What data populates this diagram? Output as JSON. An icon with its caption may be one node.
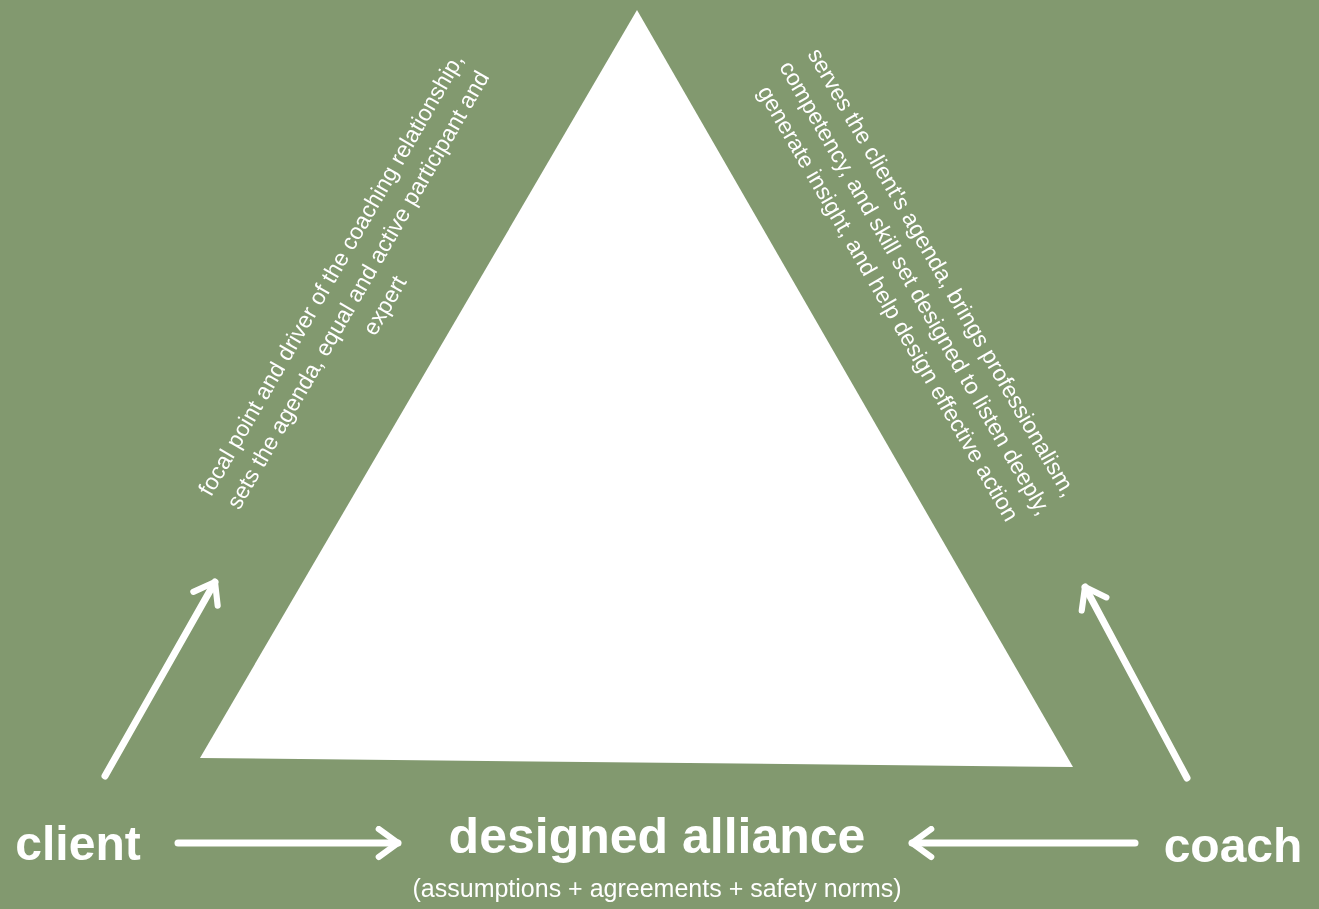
{
  "diagram": {
    "nodes": [
      {
        "text": [
          "client"
        ]
      },
      {
        "text": [
          "designed alliance"
        ],
        "beside": [
          "(assumptions + agreements + safety norms)"
        ]
      },
      {
        "text": [
          "coach"
        ]
      },
      {
        "text": [
          "focal point and driver of the coaching relationship, sets the agenda, equal and active participant and expert"
        ]
      },
      {
        "text": [
          "serves the client's agenda, brings professionalism, competency, and skill set designed to listen deeply, generate insight, and help design effective action"
        ]
      }
    ],
    "edges": [
      {
        "from": 0,
        "to": 1,
        "arrow": "to"
      },
      {
        "from": 2,
        "to": 1,
        "arrow": "to"
      },
      {
        "from": 0,
        "to": 3,
        "arrow": "to"
      },
      {
        "from": 2,
        "to": 4,
        "arrow": "to"
      }
    ]
  }
}
